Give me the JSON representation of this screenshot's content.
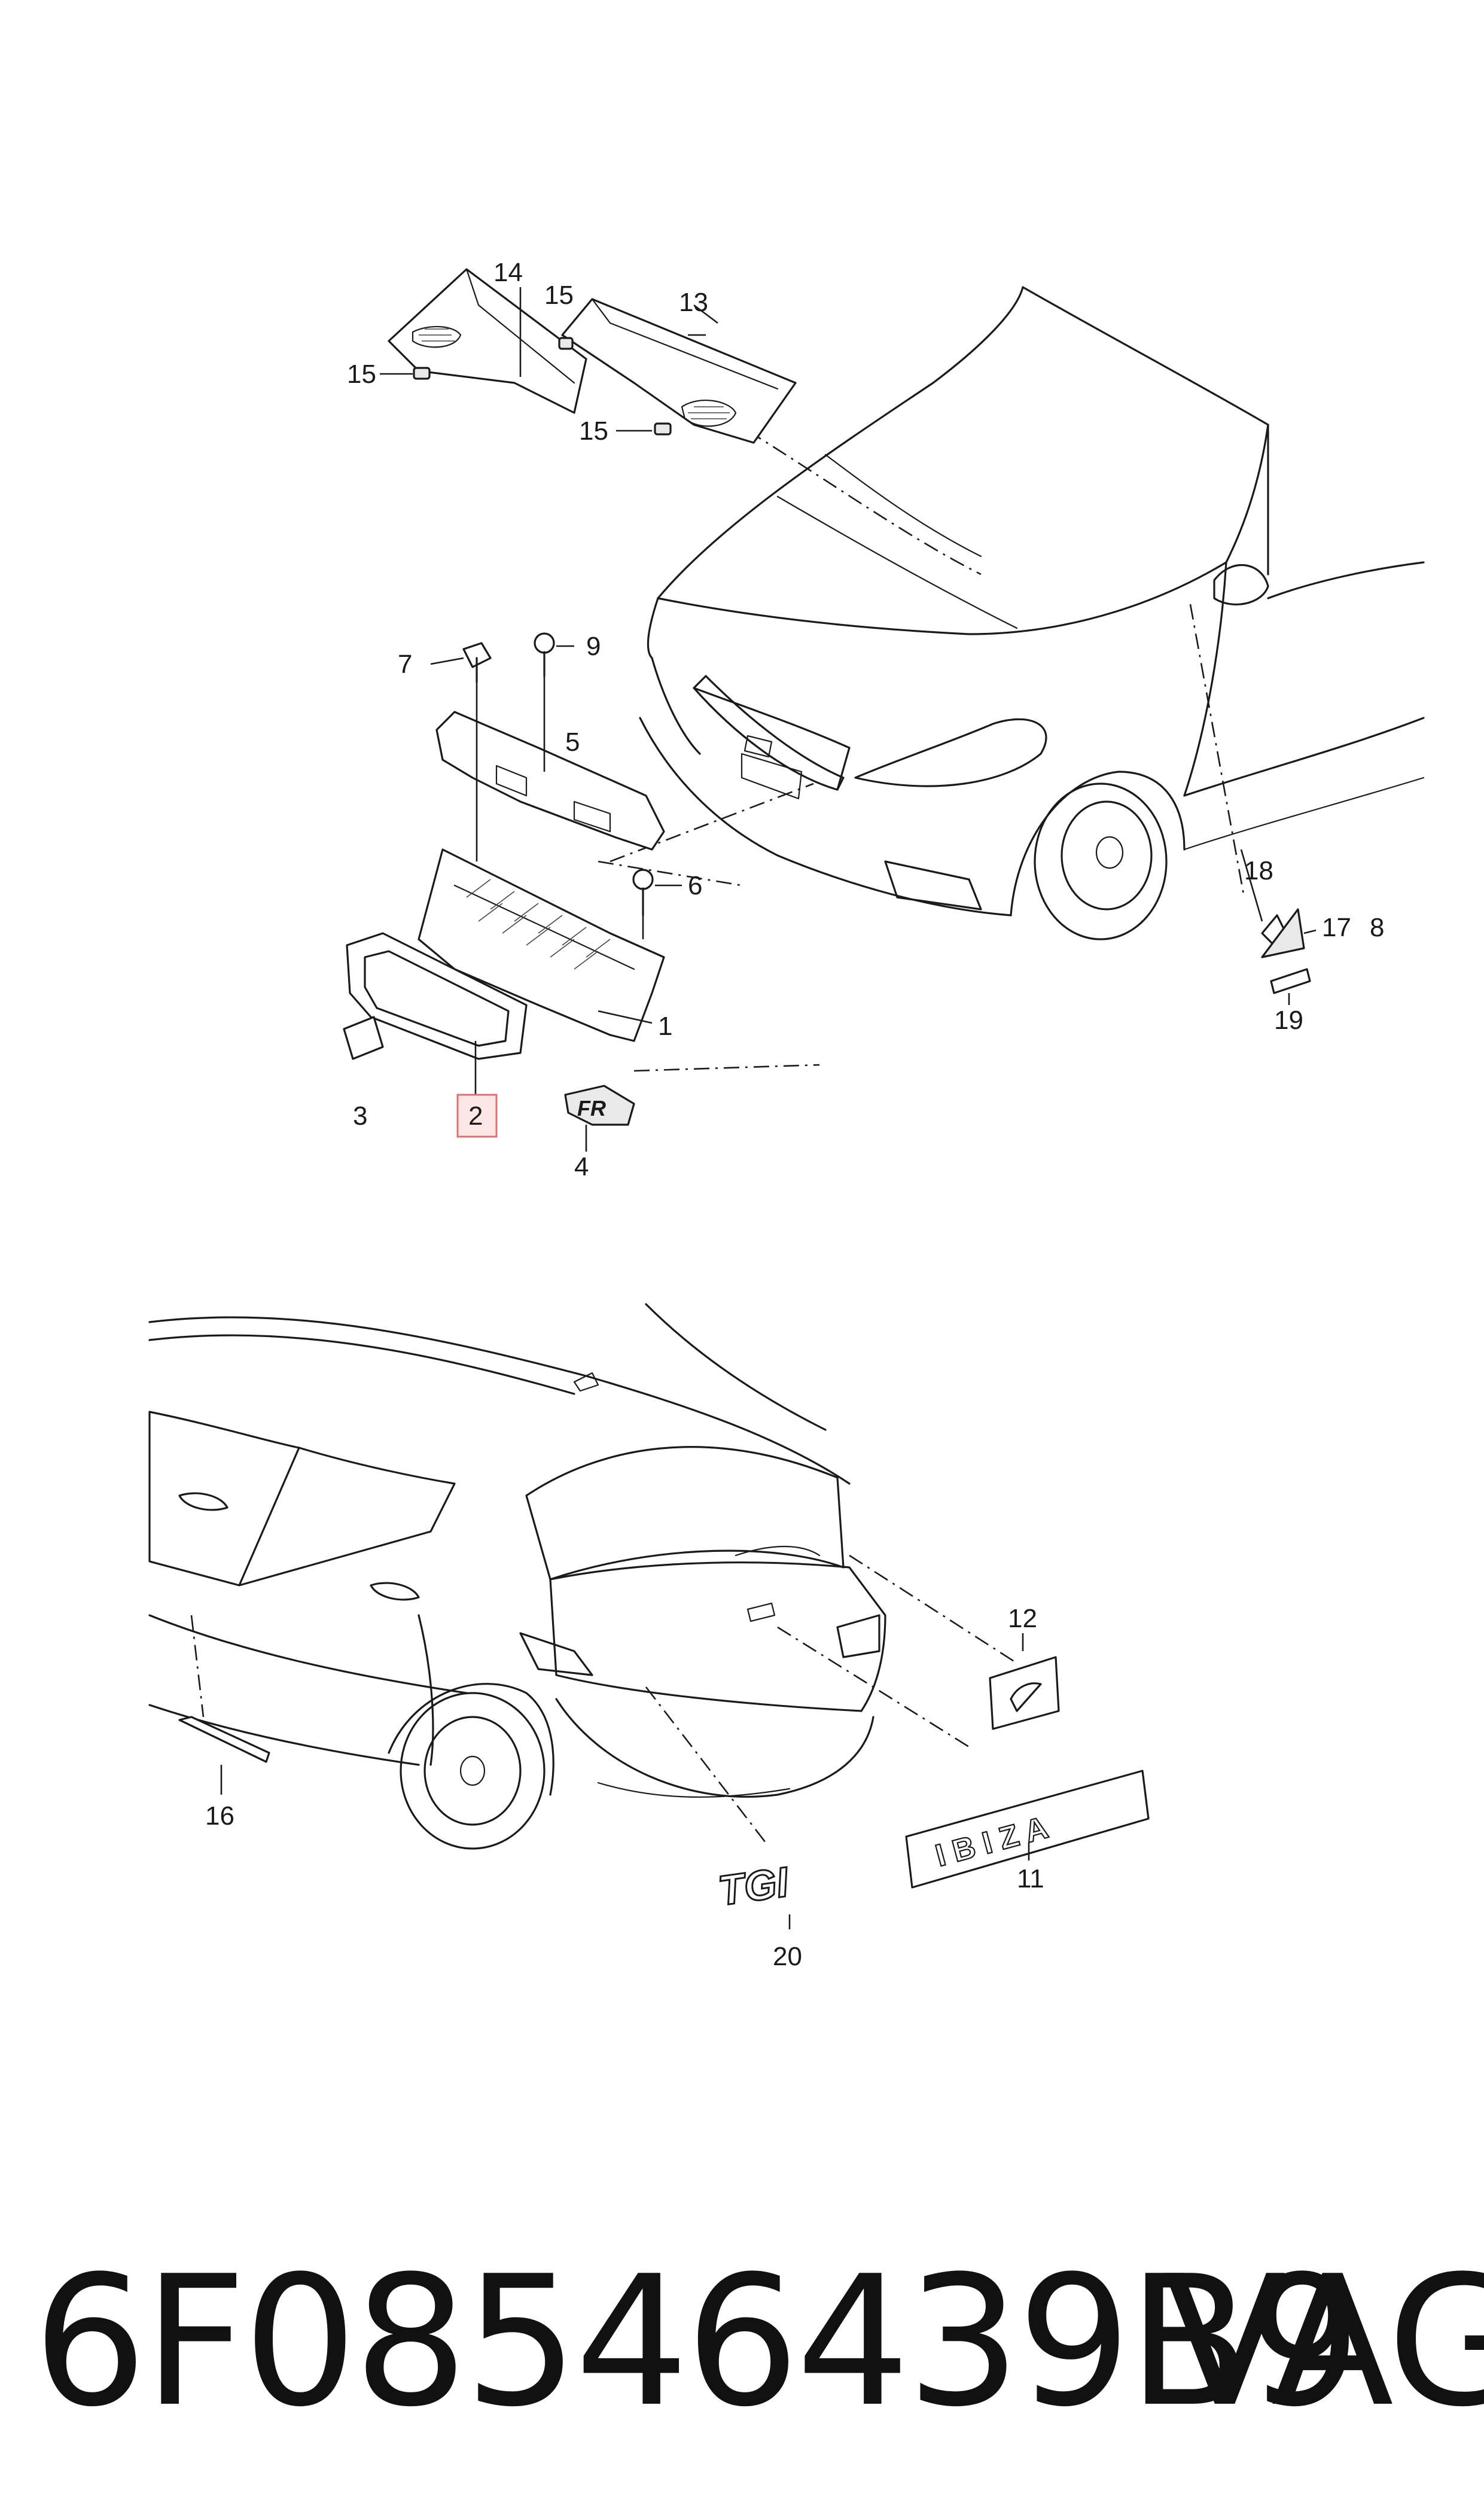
{
  "callouts": [
    {
      "id": "c1",
      "label": "1"
    },
    {
      "id": "c2",
      "label": "2",
      "highlighted": true
    },
    {
      "id": "c3",
      "label": "3"
    },
    {
      "id": "c4",
      "label": "4"
    },
    {
      "id": "c5",
      "label": "5"
    },
    {
      "id": "c6",
      "label": "6"
    },
    {
      "id": "c7",
      "label": "7"
    },
    {
      "id": "c8",
      "label": "8"
    },
    {
      "id": "c9",
      "label": "9"
    },
    {
      "id": "c11",
      "label": "11"
    },
    {
      "id": "c12",
      "label": "12"
    },
    {
      "id": "c13",
      "label": "13"
    },
    {
      "id": "c14",
      "label": "14"
    },
    {
      "id": "c15a",
      "label": "15"
    },
    {
      "id": "c15b",
      "label": "15"
    },
    {
      "id": "c15c",
      "label": "15"
    },
    {
      "id": "c16",
      "label": "16"
    },
    {
      "id": "c17",
      "label": "17"
    },
    {
      "id": "c18",
      "label": "18"
    },
    {
      "id": "c19",
      "label": "19"
    },
    {
      "id": "c20",
      "label": "20"
    }
  ],
  "badges": {
    "fr": "FR",
    "tgi": "TGI",
    "ibiza": "I B I Z A"
  },
  "footer": {
    "part_number": "6F08546439B9",
    "brand": "VAG"
  },
  "colors": {
    "line": "#1a1a1a",
    "highlight_fill": "#fde6e6",
    "highlight_stroke": "#e07070"
  }
}
